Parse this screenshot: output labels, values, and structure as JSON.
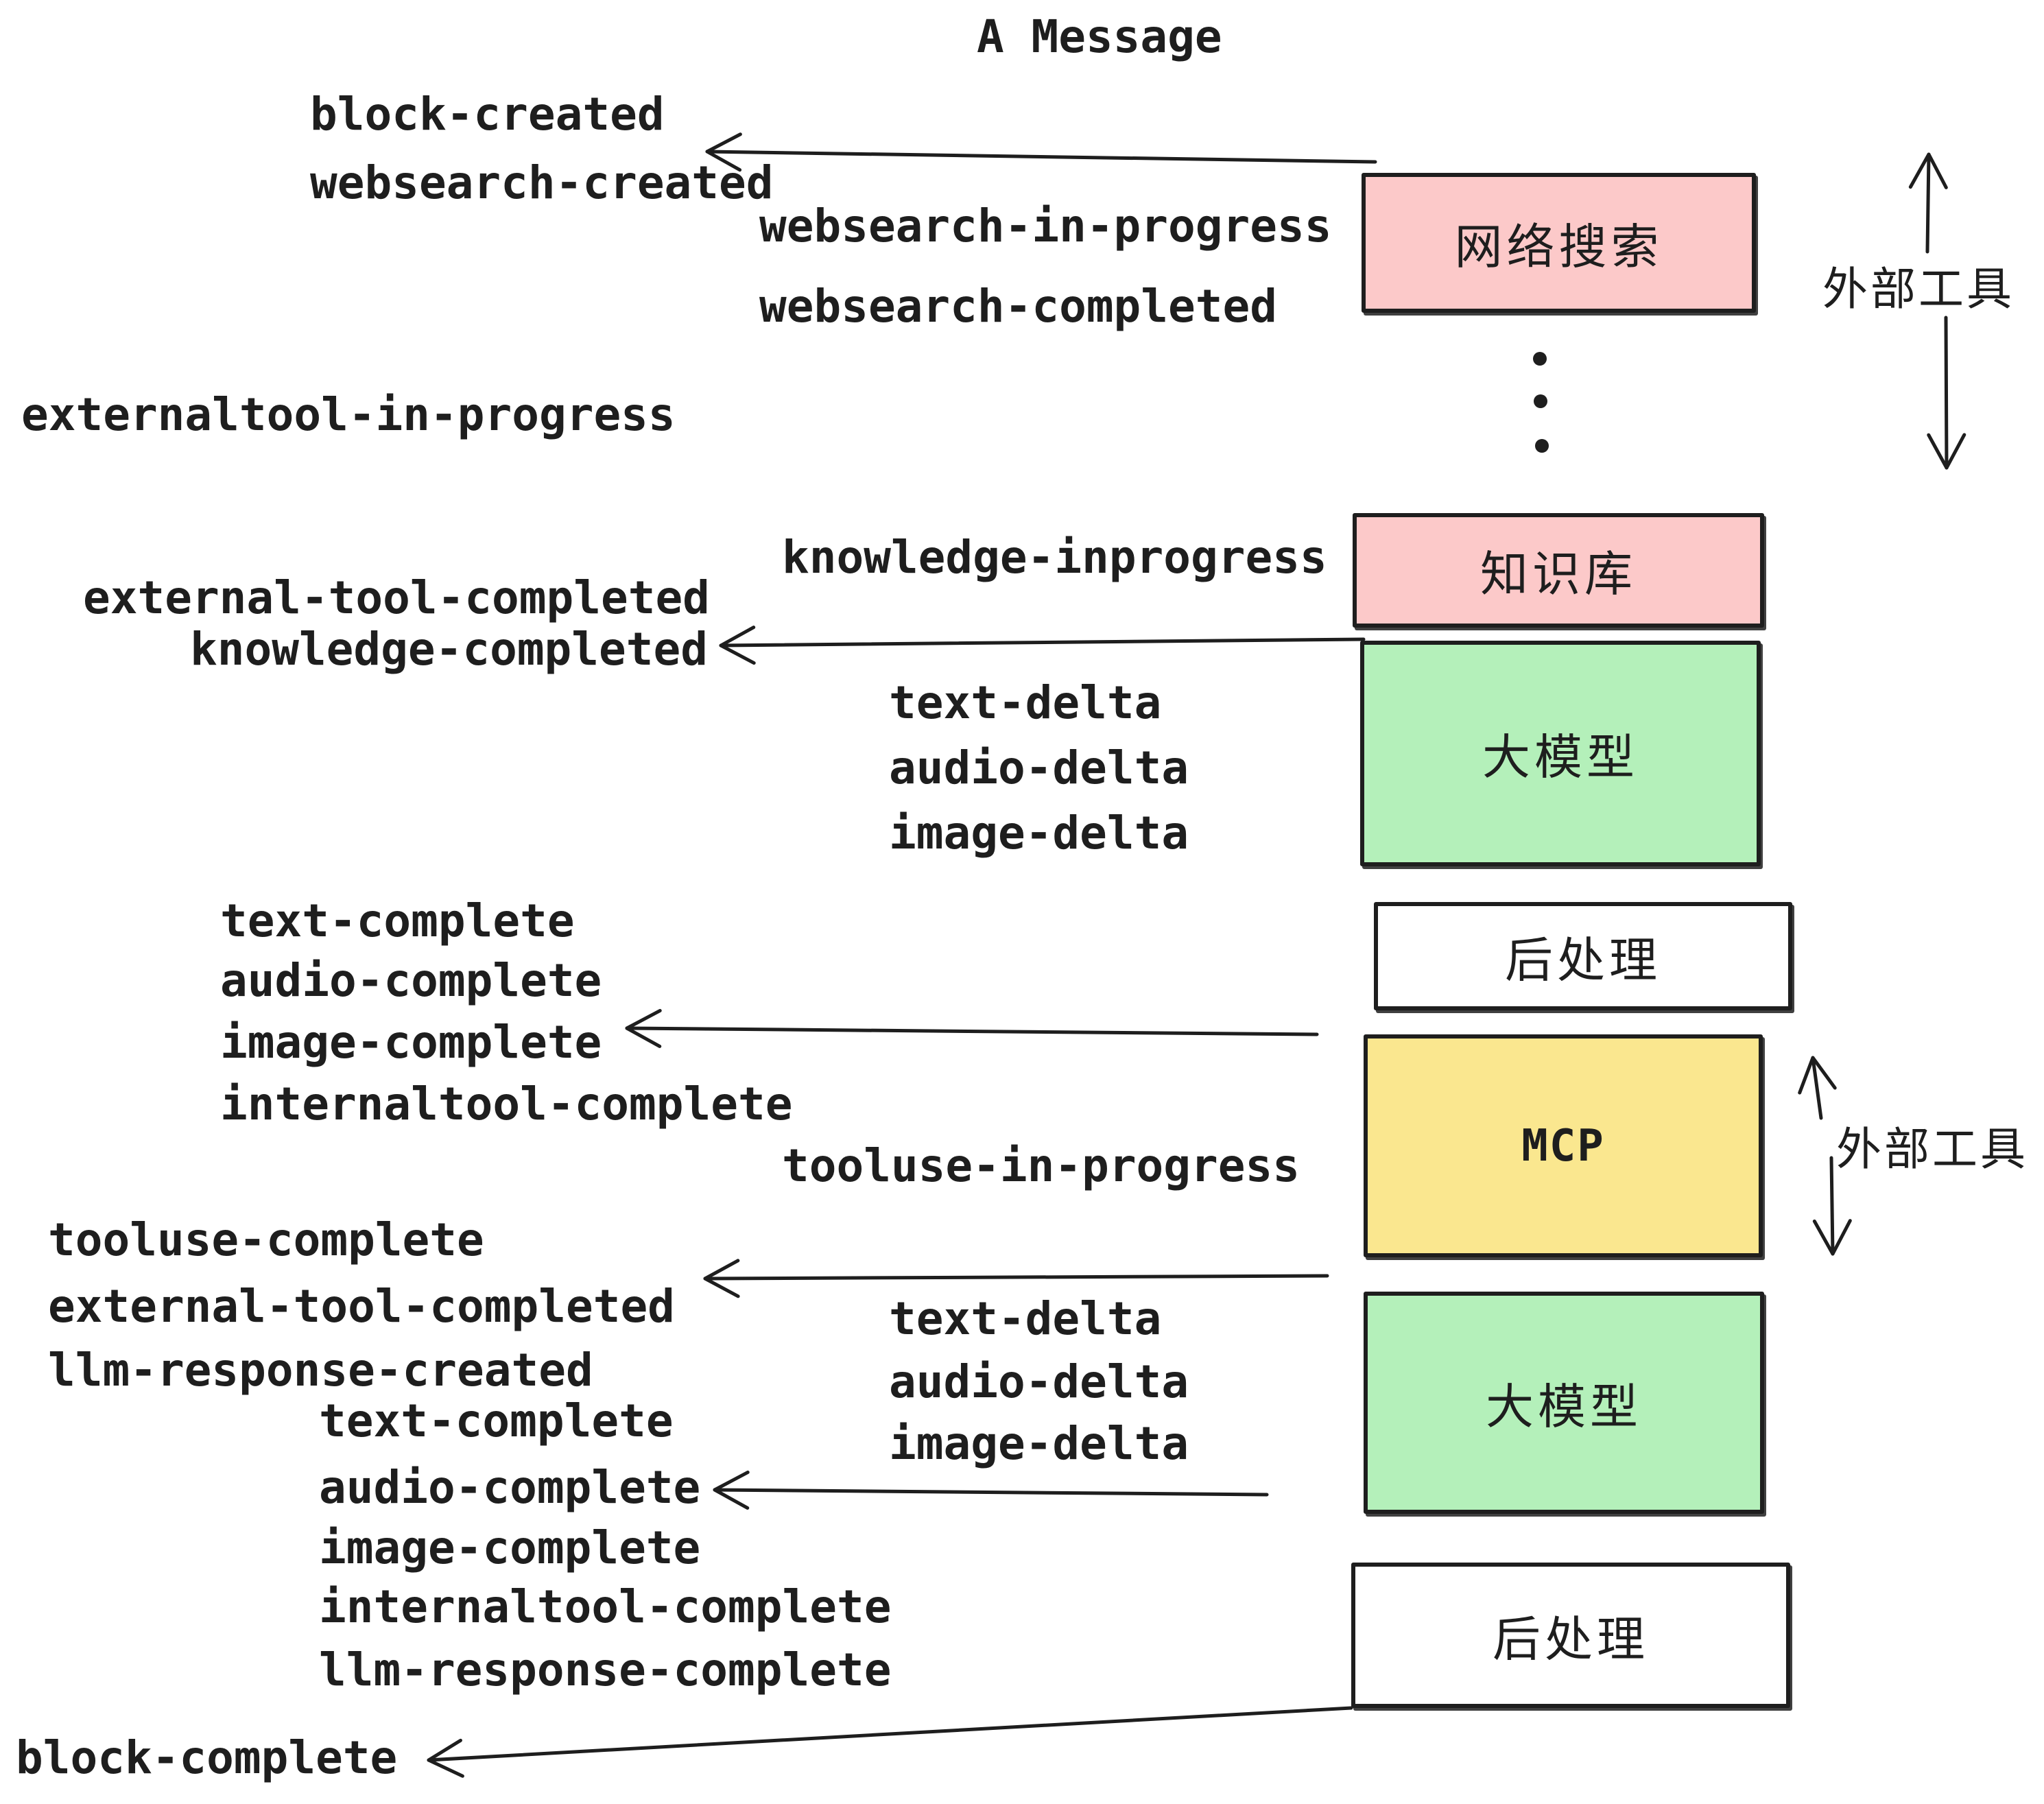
{
  "title": "A Message",
  "colors": {
    "ink": "#1e1e1e",
    "box_pink": "#fcc9c9",
    "box_green": "#b4f0ba",
    "box_yellow": "#fae78f",
    "box_white": "#ffffff"
  },
  "boxes": [
    {
      "id": "websearch",
      "label": "网络搜索",
      "color": "pink"
    },
    {
      "id": "knowledge",
      "label": "知识库",
      "color": "pink"
    },
    {
      "id": "llm-1",
      "label": "大模型",
      "color": "green"
    },
    {
      "id": "postprocess-1",
      "label": "后处理",
      "color": "white"
    },
    {
      "id": "mcp",
      "label": "MCP",
      "color": "yellow"
    },
    {
      "id": "llm-2",
      "label": "大模型",
      "color": "green"
    },
    {
      "id": "postprocess-2",
      "label": "后处理",
      "color": "white"
    }
  ],
  "side_labels": [
    {
      "text": "外部工具"
    },
    {
      "text": "外部工具"
    }
  ],
  "events": [
    {
      "text": "block-created"
    },
    {
      "text": "websearch-created"
    },
    {
      "text": "websearch-in-progress"
    },
    {
      "text": "websearch-completed"
    },
    {
      "text": "externaltool-in-progress"
    },
    {
      "text": "knowledge-inprogress"
    },
    {
      "text": "external-tool-completed"
    },
    {
      "text": "knowledge-completed"
    },
    {
      "text": "text-delta"
    },
    {
      "text": "audio-delta"
    },
    {
      "text": "image-delta"
    },
    {
      "text": "text-complete"
    },
    {
      "text": "audio-complete"
    },
    {
      "text": "image-complete"
    },
    {
      "text": "internaltool-complete"
    },
    {
      "text": "tooluse-in-progress"
    },
    {
      "text": "tooluse-complete"
    },
    {
      "text": "external-tool-completed"
    },
    {
      "text": "llm-response-created"
    },
    {
      "text": "text-complete"
    },
    {
      "text": "audio-complete"
    },
    {
      "text": "image-complete"
    },
    {
      "text": "internaltool-complete"
    },
    {
      "text": "llm-response-complete"
    },
    {
      "text": "block-complete"
    }
  ]
}
